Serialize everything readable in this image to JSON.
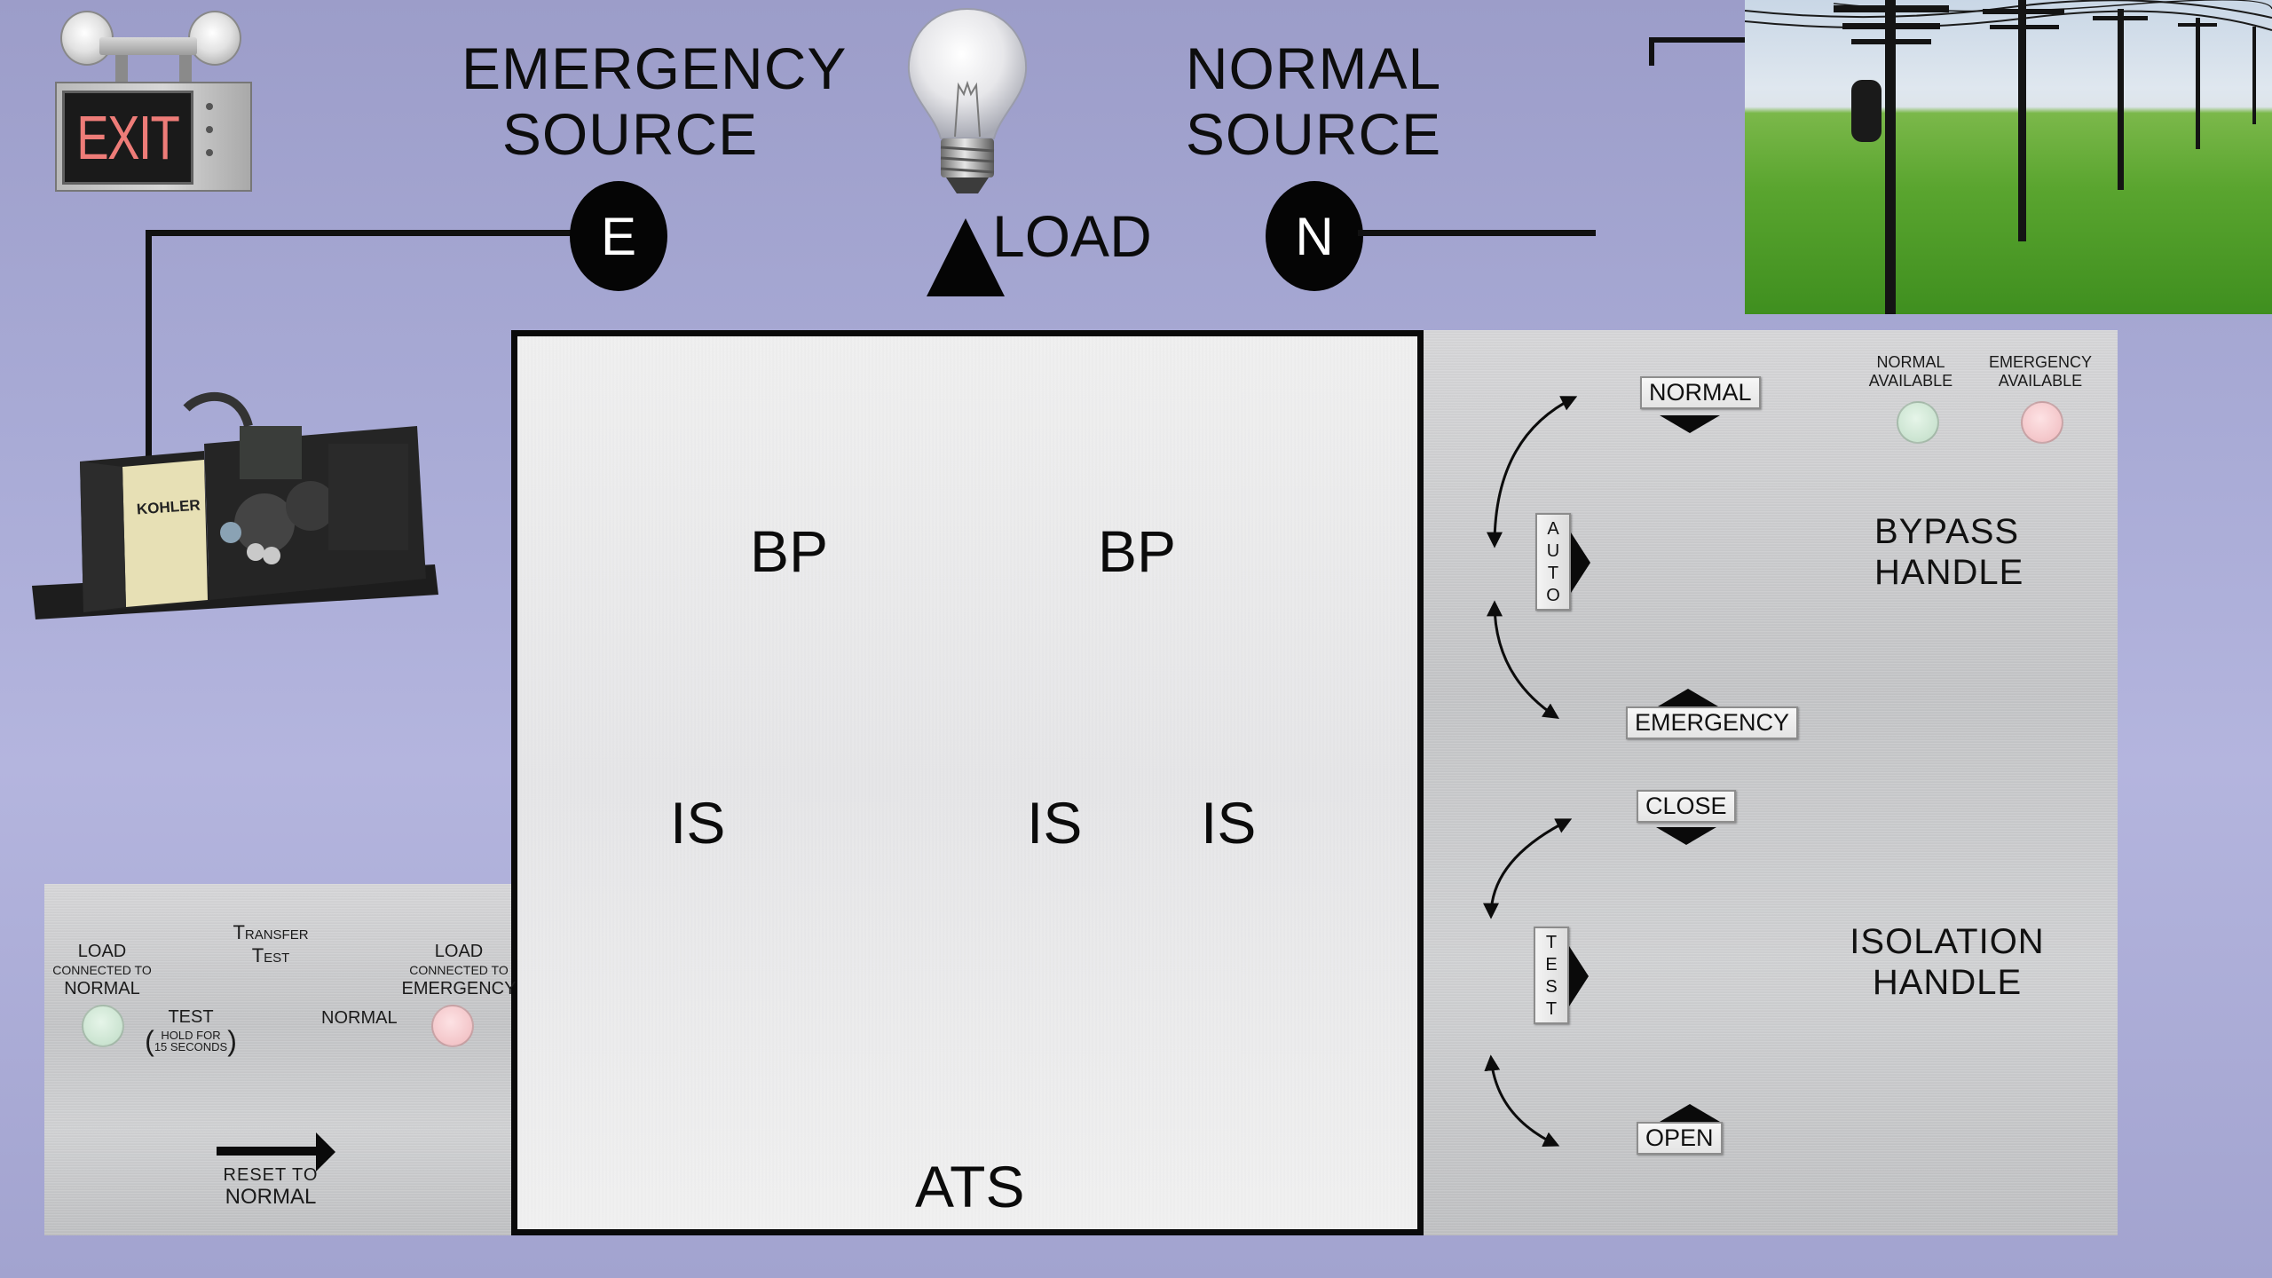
{
  "top": {
    "emergency_source": [
      "EMERGENCY",
      "SOURCE"
    ],
    "normal_source": [
      "NORMAL",
      "SOURCE"
    ],
    "e_symbol": "E",
    "n_symbol": "N",
    "load": "LOAD",
    "exit_sign": "EXIT",
    "generator_brand": "KOHLER"
  },
  "ats": {
    "bp_left": "BP",
    "bp_right": "BP",
    "is_left": "IS",
    "is_mid": "IS",
    "is_right": "IS",
    "label": "ATS"
  },
  "bypass_panel": {
    "normal_available": [
      "NORMAL",
      "AVAILABLE"
    ],
    "emergency_available": [
      "EMERGENCY",
      "AVAILABLE"
    ],
    "normal_button": "NORMAL",
    "auto_label": [
      "A",
      "U",
      "T",
      "O"
    ],
    "emergency_button": "EMERGENCY",
    "bypass_handle": [
      "BYPASS",
      "HANDLE"
    ],
    "close_button": "CLOSE",
    "test_label": [
      "T",
      "E",
      "S",
      "T"
    ],
    "open_button": "OPEN",
    "isolation_handle": [
      "ISOLATION",
      "HANDLE"
    ],
    "colors": {
      "normal_lamp": "#c9e4cf",
      "emergency_lamp": "#f3c3c6"
    }
  },
  "control_panel": {
    "load_normal": [
      "LOAD",
      "CONNECTED TO",
      "NORMAL"
    ],
    "transfer_test": [
      "Transfer",
      "Test"
    ],
    "load_emergency": [
      "LOAD",
      "CONNECTED TO",
      "EMERGENCY"
    ],
    "test": "TEST",
    "hold_for": [
      "HOLD FOR",
      "15 SECONDS"
    ],
    "normal": "NORMAL",
    "reset": [
      "RESET TO",
      "NORMAL"
    ]
  }
}
